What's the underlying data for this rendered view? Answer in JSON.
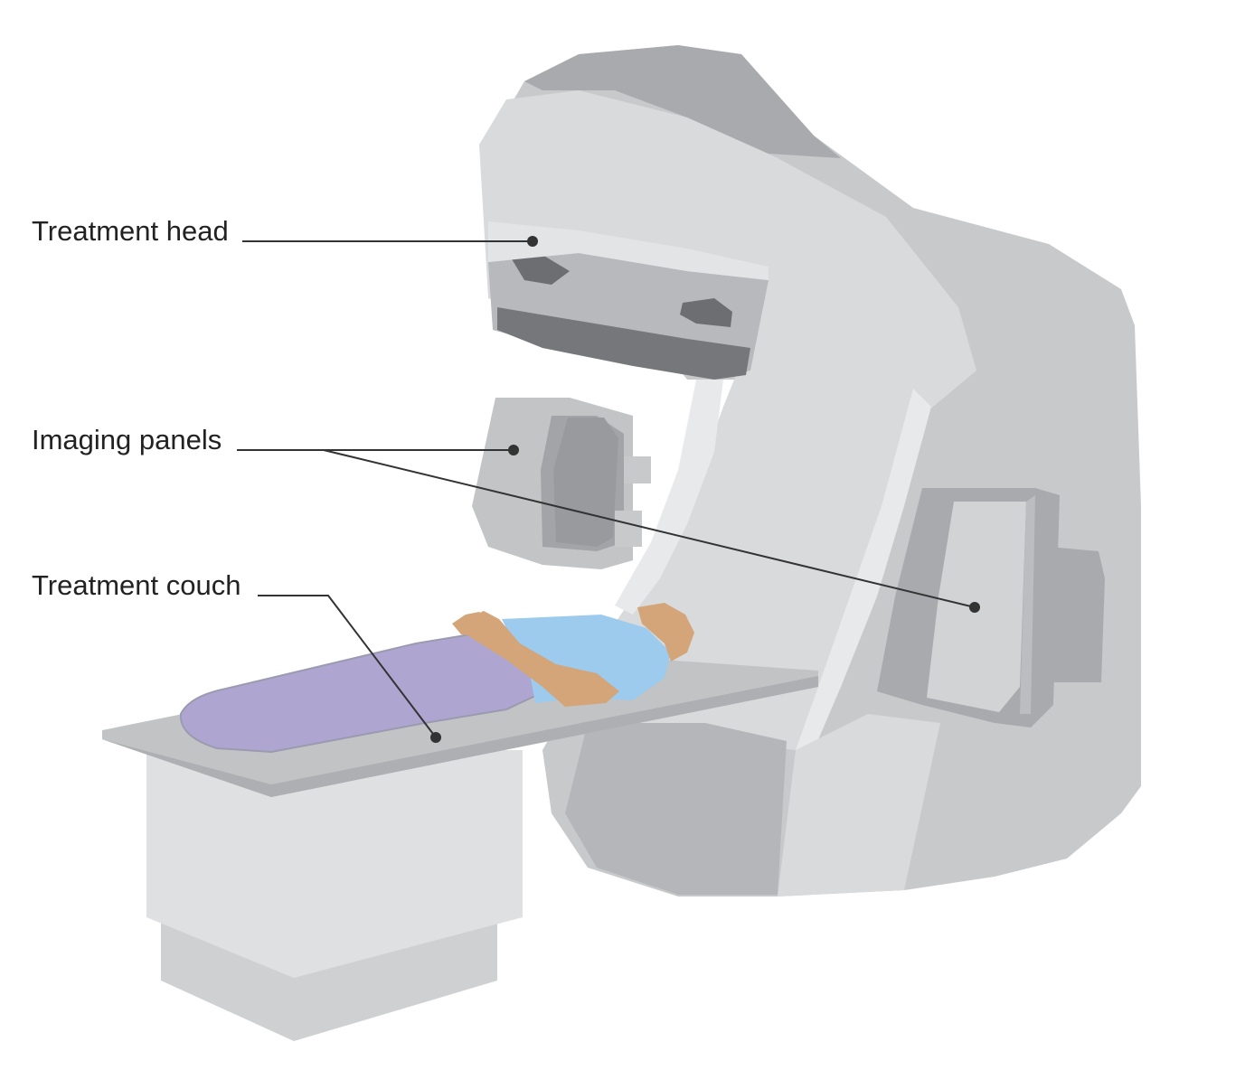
{
  "labels": {
    "treatment_head": "Treatment head",
    "imaging_panels": "Imaging panels",
    "treatment_couch": "Treatment couch"
  },
  "colors": {
    "background": "#ffffff",
    "gantry_light": "#d9dadc",
    "gantry_mid": "#c8c9cb",
    "gantry_dark": "#a9aaad",
    "gantry_darkest": "#75777a",
    "couch_top": "#c2c3c5",
    "couch_base": "#dfe0e2",
    "blanket": "#aea6d0",
    "gown": "#9ccbee",
    "skin": "#d3a579",
    "leader_line": "#333333"
  },
  "icons": [
    "linear-accelerator-illustration",
    "patient-figure"
  ]
}
